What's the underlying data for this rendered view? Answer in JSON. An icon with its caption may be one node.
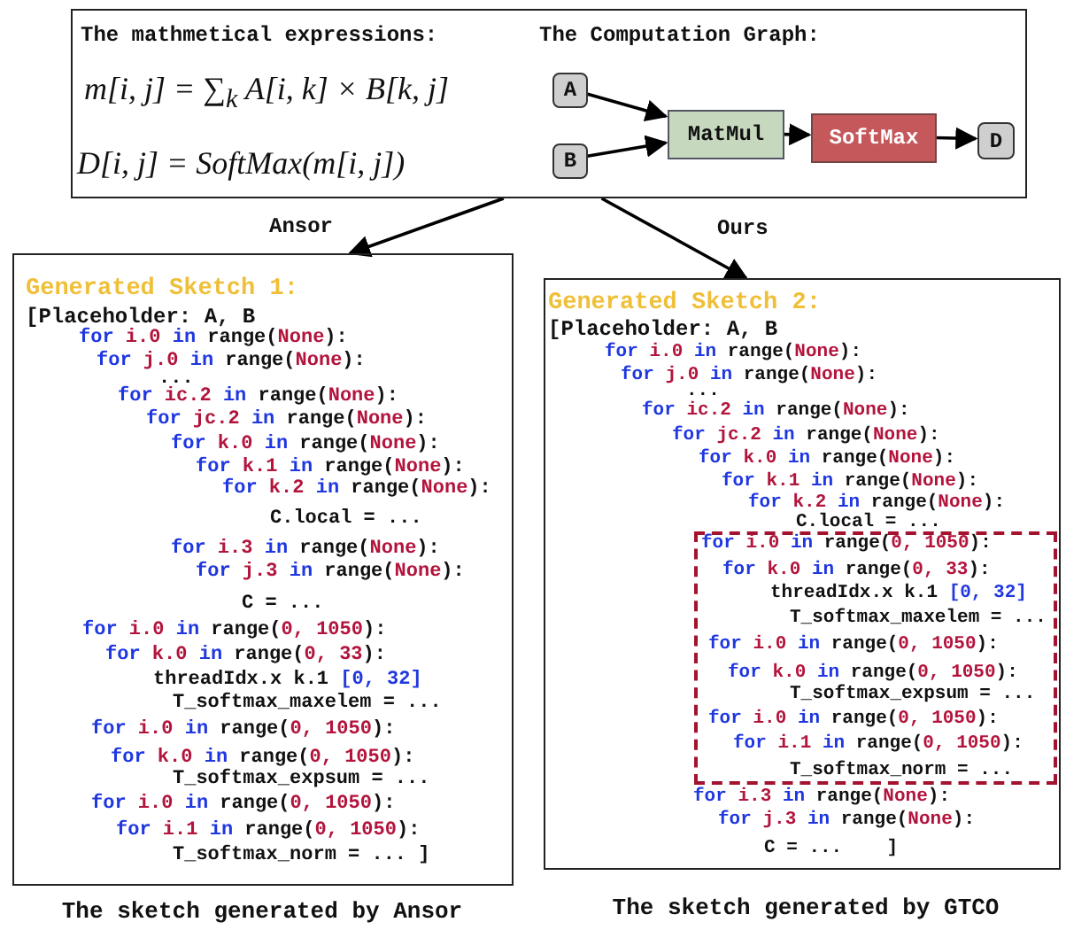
{
  "diagram": {
    "nodes": [
      {
        "text": [
          "The mathmetical expressions:",
          "m[i, j] = ∑$_{k}$ A[i, k] × B[k, j]",
          "D[i, j] = SoftMax(m[i, j])",
          "The Computation Graph:"
        ]
      },
      {
        "text": [
          "A"
        ],
        "in": 0
      },
      {
        "text": [
          "B"
        ],
        "in": 0
      },
      {
        "text": [
          "MatMul"
        ],
        "in": 0
      },
      {
        "text": [
          "SoftMax"
        ],
        "in": 0
      },
      {
        "text": [
          "D"
        ],
        "in": 0
      },
      {
        "text": [
          "Generated Sketch 1:",
          "[Placeholder: A, B",
          "for i.0 in range(None):",
          "for j.0 in range(None):",
          "...",
          "for ic.2 in range(None):",
          "for jc.2 in range(None):",
          "for k.0 in range(None):",
          "for k.1 in range(None):",
          "for k.2 in range(None):",
          "C.local = ...",
          "for i.3 in range(None):",
          "for j.3 in range(None):",
          "C = ...",
          "for i.0 in range(0, 1050):",
          "for k.0 in range(0, 33):",
          "threadIdx.x k.1 [0, 32]",
          "T_softmax_maxelem = ...",
          "for i.0 in range(0, 1050):",
          "for k.0 in range(0, 1050):",
          "T_softmax_expsum = ...",
          "for i.0 in range(0, 1050):",
          "for i.1 in range(0, 1050):",
          "T_softmax_norm = ... ]"
        ],
        "beside": [
          "The sketch generated by Ansor"
        ]
      },
      {
        "text": [
          "Generated Sketch 2:",
          "[Placeholder: A, B",
          "for i.0 in range(None):",
          "for j.0 in range(None):",
          "...",
          "for ic.2 in range(None):",
          "for jc.2 in range(None):",
          "for k.0 in range(None):",
          "for k.1 in range(None):",
          "for k.2 in range(None):",
          "C.local = ...",
          "for i.3 in range(None):",
          "for j.3 in range(None):",
          "C = ...    ]"
        ],
        "beside": [
          "The sketch generated by GTCO"
        ]
      },
      {
        "text": [
          "for i.0 in range(0, 1050):",
          "for k.0 in range(0, 33):",
          "threadIdx.x k.1 [0, 32]",
          "T_softmax_maxelem = ...",
          "for i.0 in range(0, 1050):",
          "for k.0 in range(0, 1050):",
          "T_softmax_expsum = ...",
          "for i.0 in range(0, 1050):",
          "for i.1 in range(0, 1050):",
          "T_softmax_norm = ..."
        ],
        "in": 7
      }
    ],
    "edges": [
      {
        "from": 1,
        "to": 3,
        "arrow": "to"
      },
      {
        "from": 2,
        "to": 3,
        "arrow": "to"
      },
      {
        "from": 3,
        "to": 4,
        "arrow": "to"
      },
      {
        "from": 4,
        "to": 5,
        "arrow": "to"
      },
      {
        "from": 0,
        "to": 6,
        "arrow": "to",
        "label": "Ansor"
      },
      {
        "from": 0,
        "to": 7,
        "arrow": "to",
        "label": "Ours"
      }
    ]
  }
}
